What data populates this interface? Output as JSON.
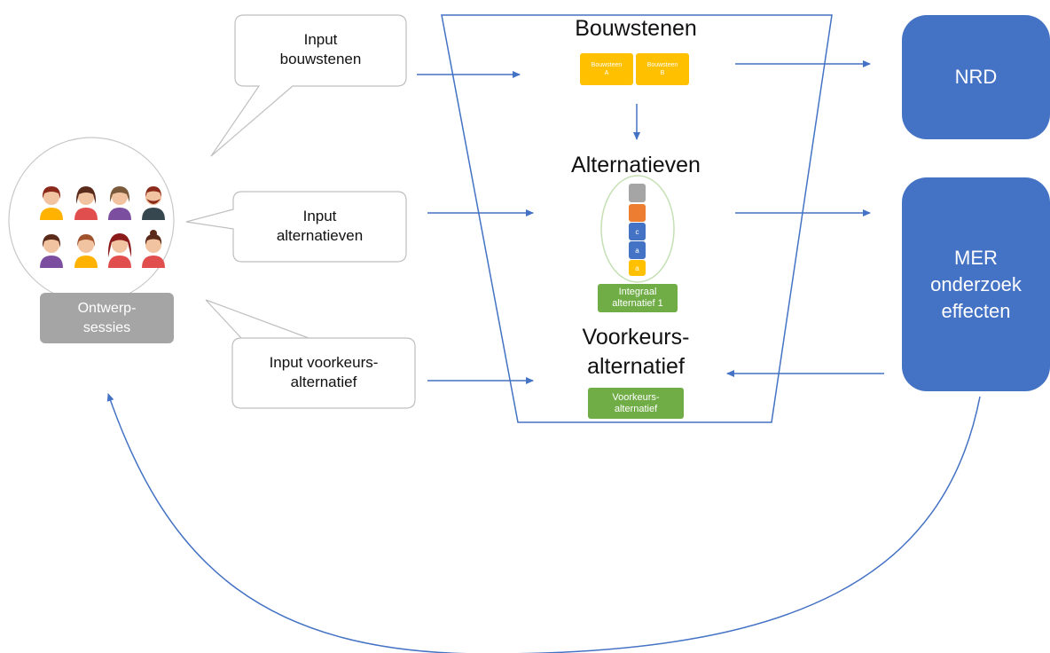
{
  "colors": {
    "line_blue": "#4472c4",
    "box_blue": "#4472c4",
    "yellow": "#ffc000",
    "orange": "#ed7d31",
    "green": "#70ad47",
    "gray": "#a5a5a5"
  },
  "callouts": {
    "bouwstenen": [
      "Input",
      "bouwstenen"
    ],
    "alternatieven": [
      "Input",
      "alternatieven"
    ],
    "voorkeurs": [
      "Input voorkeurs-",
      "alternatief"
    ]
  },
  "people": {
    "label": [
      "Ontwerp-",
      "sessies"
    ],
    "icon": "people-group-icon"
  },
  "funnel": {
    "bouwstenen_title": "Bouwstenen",
    "bouwsteen_a": [
      "Bouwsteen",
      "A"
    ],
    "bouwsteen_b": [
      "Bouwsteen",
      "B"
    ],
    "alternatieven_title": "Alternatieven",
    "stack_labels": [
      "c",
      "a",
      "a"
    ],
    "integraal": [
      "Integraal",
      "alternatief 1"
    ],
    "voorkeurs_title": [
      "Voorkeurs-",
      "alternatief"
    ],
    "voorkeurs_box": [
      "Voorkeurs-",
      "alternatief"
    ]
  },
  "outputs": {
    "nrd": "NRD",
    "mer": [
      "MER",
      "onderzoek",
      "effecten"
    ]
  }
}
